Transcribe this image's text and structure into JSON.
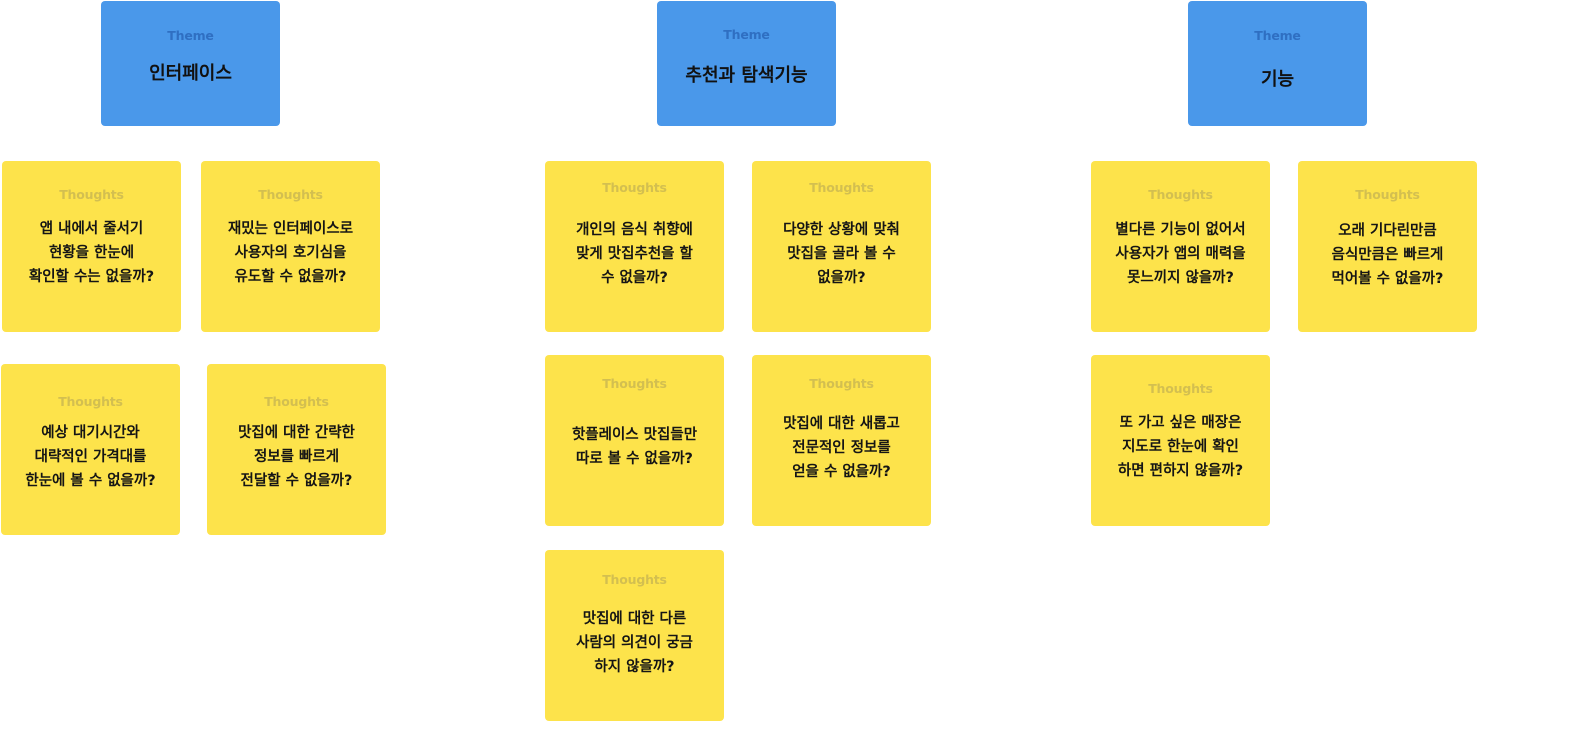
{
  "kind_labels": {
    "theme": "Theme",
    "thought": "Thoughts"
  },
  "groups": [
    {
      "theme": "인터페이스",
      "thoughts": [
        "앱 내에서 줄서기\n현황을 한눈에\n확인할 수는 없을까?",
        "재밌는 인터페이스로\n사용자의 호기심을\n유도할 수 없을까?",
        "예상 대기시간와\n대략적인 가격대를\n한눈에 볼 수 없을까?",
        "맛집에 대한 간략한\n정보를 빠르게\n전달할 수 없을까?"
      ]
    },
    {
      "theme": "추천과 탐색기능",
      "thoughts": [
        "개인의 음식 취향에\n맞게 맛집추천을 할\n수 없을까?",
        "다양한 상황에 맞춰\n맛집을 골라 볼 수\n없을까?",
        "핫플레이스 맛집들만\n따로 볼 수 없을까?",
        "맛집에 대한 새롭고\n전문적인 정보를\n얻을 수 없을까?",
        "맛집에 대한 다른\n사람의 의견이 궁금\n하지 않을까?"
      ]
    },
    {
      "theme": "기능",
      "thoughts": [
        "별다른 기능이 없어서\n사용자가 앱의 매력을\n못느끼지 않을까?",
        "오래 기다린만큼\n음식만큼은 빠르게\n먹어볼 수 없을까?",
        "또 가고 싶은 매장은\n지도로 한눈에 확인\n하면 편하지 않을까?"
      ]
    }
  ],
  "colors": {
    "theme": "#4a98ea",
    "thought": "#fde34b",
    "thought_label": "#d3bf50",
    "theme_label": "#2f6fc2"
  }
}
